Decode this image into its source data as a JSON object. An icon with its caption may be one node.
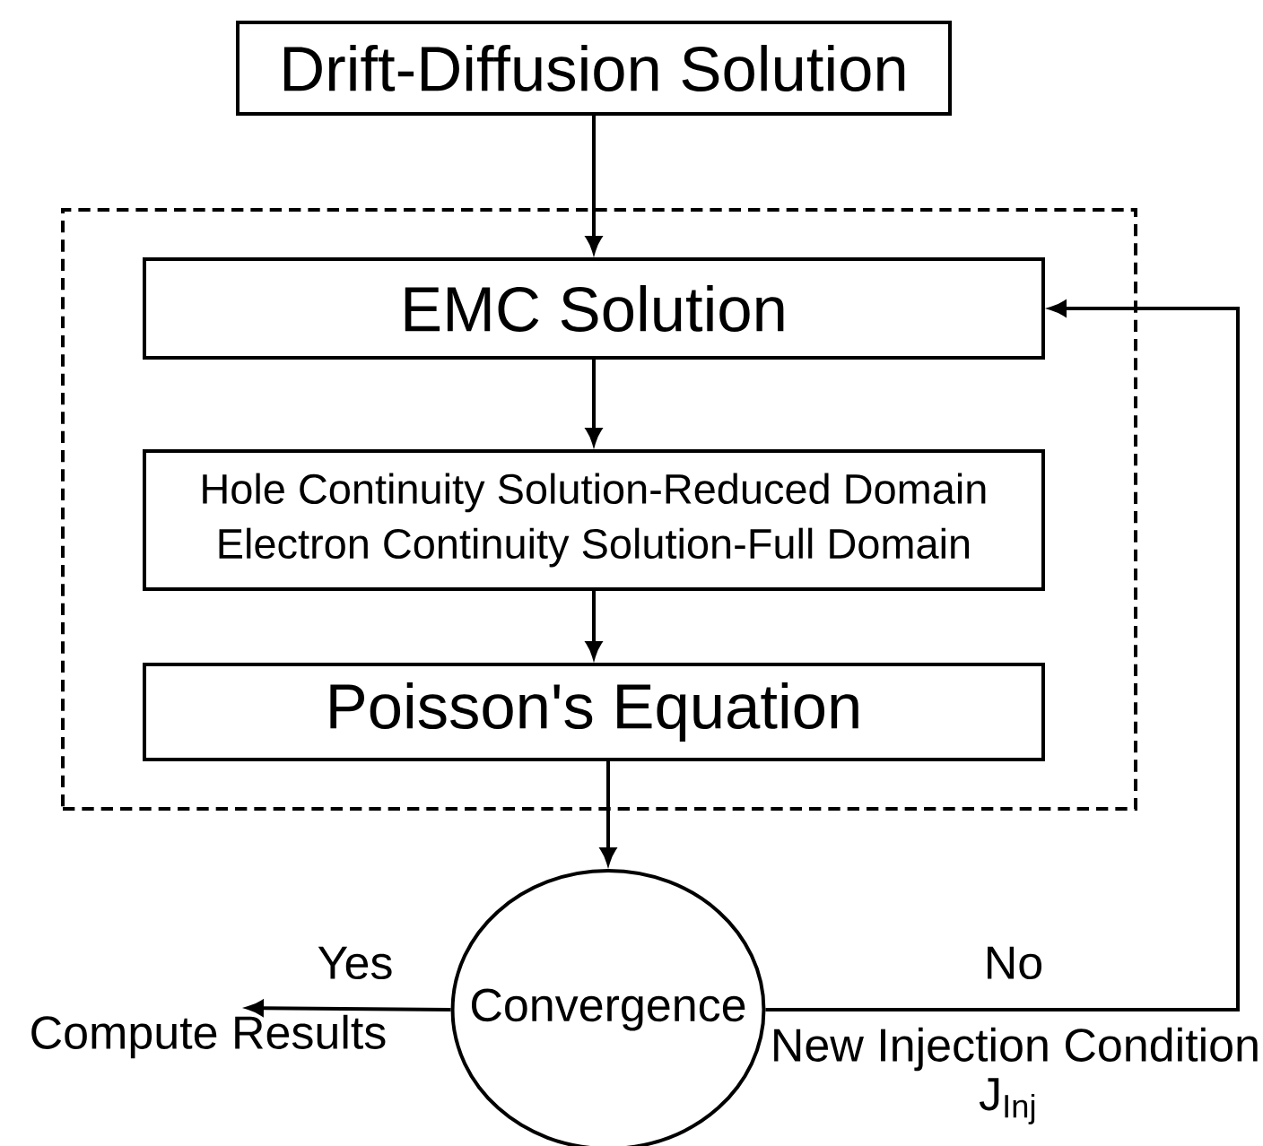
{
  "diagram": {
    "nodes": [
      {
        "text": [
          "Drift-Diffusion Solution"
        ]
      },
      {
        "text": [],
        "shape": "box"
      },
      {
        "text": [
          "EMC Solution"
        ],
        "in": 1
      },
      {
        "text": [
          "Hole Continuity Solution-Reduced Domain",
          "Electron Continuity Solution-Full Domain"
        ],
        "in": 1
      },
      {
        "text": [
          "Poisson's Equation"
        ],
        "in": 1
      },
      {
        "text": [
          "Convergence"
        ]
      },
      {
        "text": [
          "Compute Results"
        ]
      }
    ],
    "edges": [
      {
        "from": 0,
        "to": 2,
        "arrow": "to"
      },
      {
        "from": 2,
        "to": 3,
        "arrow": "to"
      },
      {
        "from": 3,
        "to": 4,
        "arrow": "to"
      },
      {
        "from": 4,
        "to": 5,
        "arrow": "to"
      },
      {
        "from": 5,
        "to": 6,
        "arrow": "to",
        "label": "Yes"
      },
      {
        "from": 5,
        "to": 2,
        "arrow": "to",
        "label": "No"
      }
    ],
    "labels": [
      "New Injection Condition",
      "J$_{Inj}$"
    ]
  }
}
